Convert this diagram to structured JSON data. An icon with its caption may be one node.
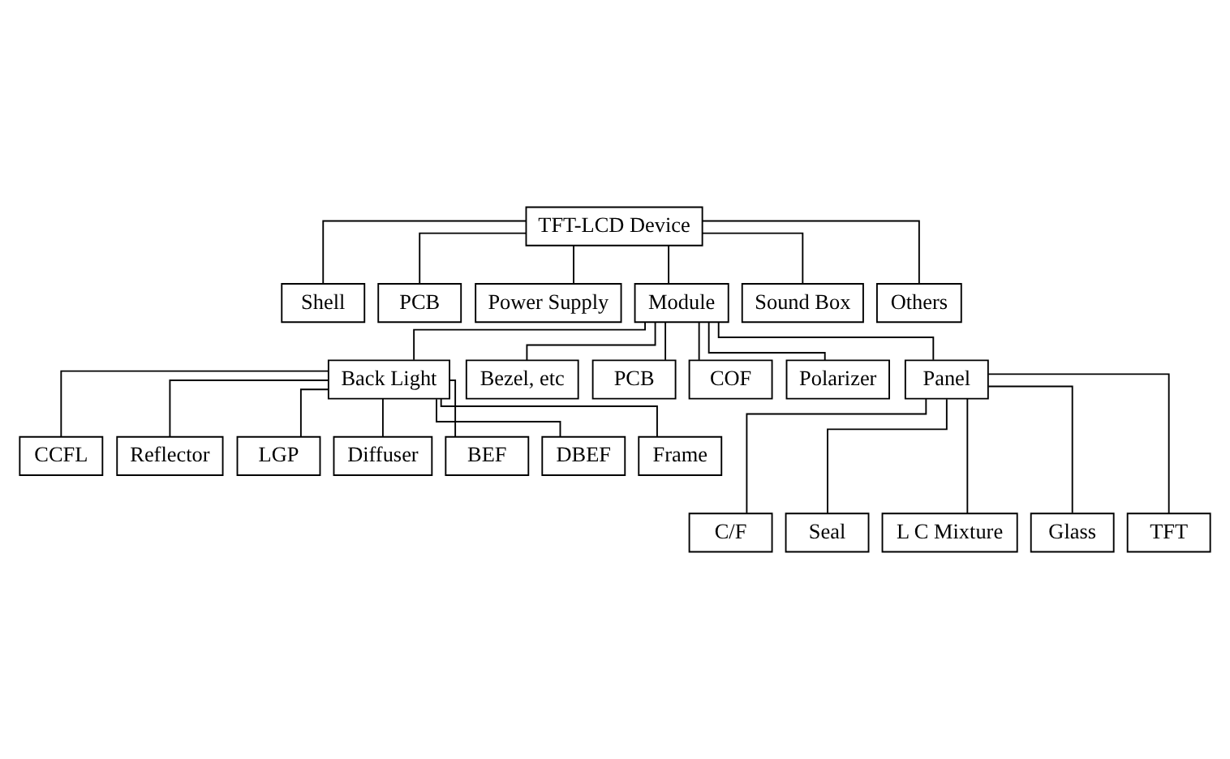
{
  "diagram": {
    "nodes": [
      {
        "text": [
          "TFT-LCD Device"
        ]
      },
      {
        "text": [
          "Shell"
        ]
      },
      {
        "text": [
          "PCB"
        ]
      },
      {
        "text": [
          "Power Supply"
        ]
      },
      {
        "text": [
          "Module"
        ]
      },
      {
        "text": [
          "Sound Box"
        ]
      },
      {
        "text": [
          "Others"
        ]
      },
      {
        "text": [
          "Back Light"
        ]
      },
      {
        "text": [
          "Bezel, etc"
        ]
      },
      {
        "text": [
          "PCB"
        ]
      },
      {
        "text": [
          "COF"
        ]
      },
      {
        "text": [
          "Polarizer"
        ]
      },
      {
        "text": [
          "Panel"
        ]
      },
      {
        "text": [
          "CCFL"
        ]
      },
      {
        "text": [
          "Reflector"
        ]
      },
      {
        "text": [
          "LGP"
        ]
      },
      {
        "text": [
          "Diffuser"
        ]
      },
      {
        "text": [
          "BEF"
        ]
      },
      {
        "text": [
          "DBEF"
        ]
      },
      {
        "text": [
          "Frame"
        ]
      },
      {
        "text": [
          "C/F"
        ]
      },
      {
        "text": [
          "Seal"
        ]
      },
      {
        "text": [
          "L C Mixture"
        ]
      },
      {
        "text": [
          "Glass"
        ]
      },
      {
        "text": [
          "TFT"
        ]
      }
    ],
    "edges": [
      {
        "from": 0,
        "to": 1,
        "arrow": "none"
      },
      {
        "from": 0,
        "to": 2,
        "arrow": "none"
      },
      {
        "from": 0,
        "to": 3,
        "arrow": "none"
      },
      {
        "from": 0,
        "to": 4,
        "arrow": "none"
      },
      {
        "from": 0,
        "to": 5,
        "arrow": "none"
      },
      {
        "from": 0,
        "to": 6,
        "arrow": "none"
      },
      {
        "from": 4,
        "to": 7,
        "arrow": "none"
      },
      {
        "from": 4,
        "to": 8,
        "arrow": "none"
      },
      {
        "from": 4,
        "to": 9,
        "arrow": "none"
      },
      {
        "from": 4,
        "to": 10,
        "arrow": "none"
      },
      {
        "from": 4,
        "to": 11,
        "arrow": "none"
      },
      {
        "from": 4,
        "to": 12,
        "arrow": "none"
      },
      {
        "from": 7,
        "to": 13,
        "arrow": "none"
      },
      {
        "from": 7,
        "to": 14,
        "arrow": "none"
      },
      {
        "from": 7,
        "to": 15,
        "arrow": "none"
      },
      {
        "from": 7,
        "to": 16,
        "arrow": "none"
      },
      {
        "from": 7,
        "to": 17,
        "arrow": "none"
      },
      {
        "from": 7,
        "to": 18,
        "arrow": "none"
      },
      {
        "from": 7,
        "to": 19,
        "arrow": "none"
      },
      {
        "from": 12,
        "to": 20,
        "arrow": "none"
      },
      {
        "from": 12,
        "to": 21,
        "arrow": "none"
      },
      {
        "from": 12,
        "to": 22,
        "arrow": "none"
      },
      {
        "from": 12,
        "to": 23,
        "arrow": "none"
      },
      {
        "from": 12,
        "to": 24,
        "arrow": "none"
      }
    ]
  }
}
